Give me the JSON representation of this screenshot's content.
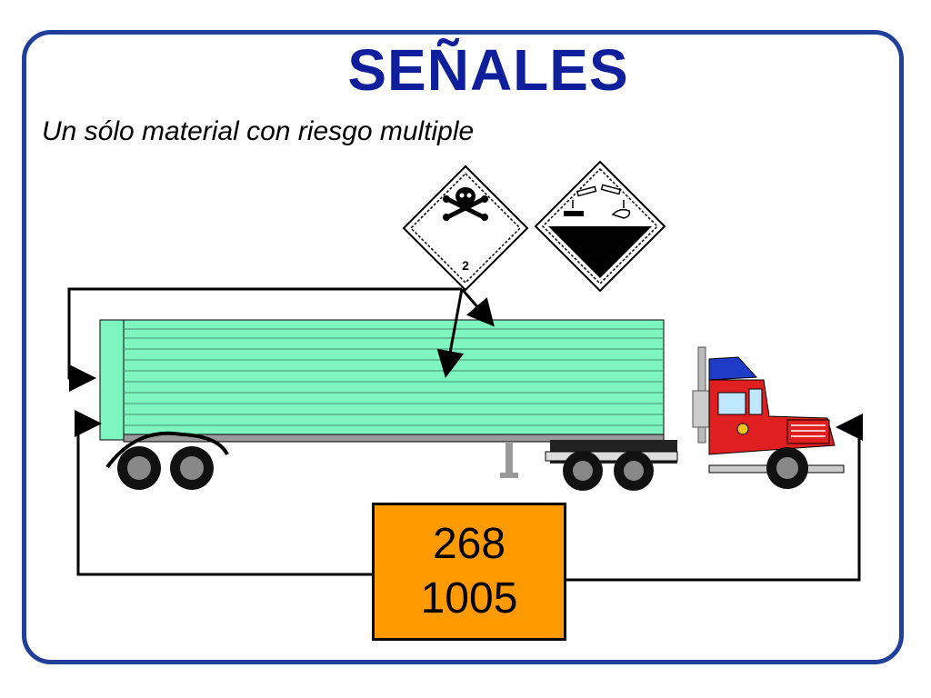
{
  "title": "SEÑALES",
  "subtitle": "Un sólo material con riesgo multiple",
  "placards": {
    "toxic_gas_class": "2"
  },
  "un_panel": {
    "hazard_number": "268",
    "un_number": "1005",
    "color": "#ff9a00"
  },
  "colors": {
    "frame": "#1f3f9a",
    "title": "#0f1f9c",
    "trailer": "#7ff5c0",
    "cab": "#e02020",
    "cab_roof": "#1e3cc8"
  }
}
